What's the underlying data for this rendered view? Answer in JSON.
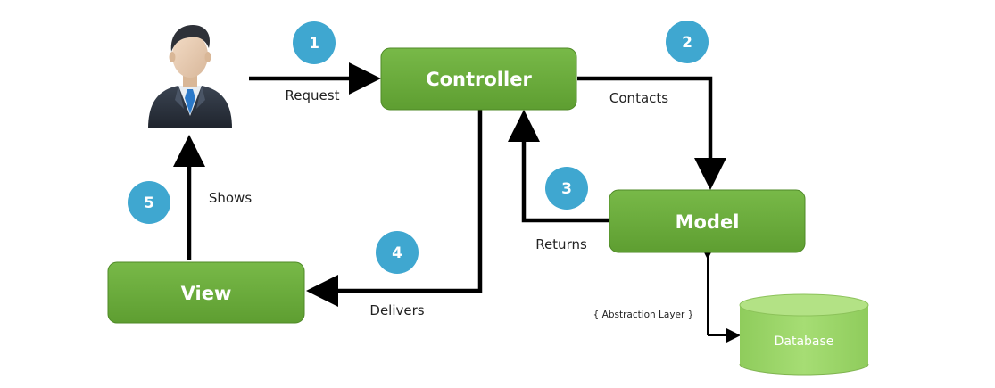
{
  "nodes": {
    "controller": "Controller",
    "model": "Model",
    "view": "View",
    "database": "Database"
  },
  "edges": {
    "request": "Request",
    "contacts": "Contacts",
    "returns": "Returns",
    "delivers": "Delivers",
    "shows": "Shows",
    "abstraction": "{ Abstraction Layer }"
  },
  "steps": {
    "s1": "1",
    "s2": "2",
    "s3": "3",
    "s4": "4",
    "s5": "5"
  },
  "colors": {
    "box_fill": "#6aab3b",
    "box_fill_dark": "#5a9830",
    "step_circle": "#3fa7d0",
    "arrow": "#000000",
    "database": "#9ad56a"
  },
  "icons": {
    "user": "businessman-user-icon"
  }
}
